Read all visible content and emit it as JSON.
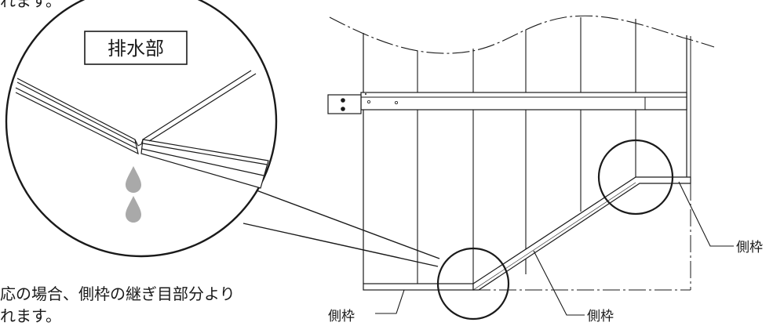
{
  "top_text_fragment": "れます。",
  "callout_title": "排水部",
  "side_frame_label": "側枠",
  "note_line1": "応の場合、側枠の継ぎ目部分より",
  "note_line2": "れます。",
  "colors": {
    "ink": "#1a1a1a",
    "drop": "#a9a9a9",
    "background": "#ffffff"
  }
}
